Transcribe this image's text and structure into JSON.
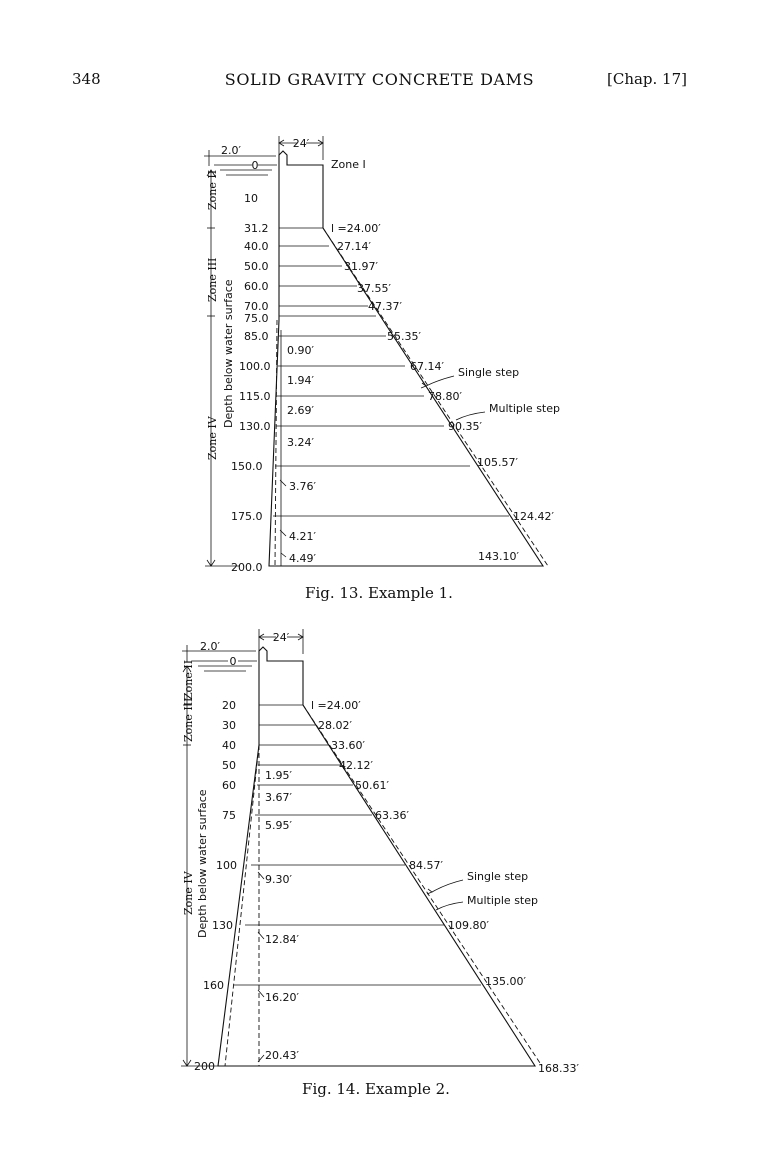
{
  "header": {
    "page_number": "348",
    "title": "SOLID GRAVITY CONCRETE DAMS",
    "chapter": "[Chap. 17]"
  },
  "fig13": {
    "caption": "Fig. 13.  Example 1.",
    "crest_width": "24′",
    "freeboard": "2.0′",
    "surface_depth": "0",
    "zone1": "Zone I",
    "zone2": "Zone II",
    "zone3": "Zone III",
    "zone4": "Zone IV",
    "axis_label": "Depth below water surface",
    "single_step": "Single step",
    "multiple_step": "Multiple step",
    "depths": [
      "10",
      "31.2",
      "40.0",
      "50.0",
      "60.0",
      "70.0",
      "75.0",
      "85.0",
      "100.0",
      "115.0",
      "130.0",
      "150.0",
      "175.0",
      "200.0"
    ],
    "down_widths": [
      "l =24.00′",
      "27.14′",
      "31.97′",
      "37.55′",
      "47.37′",
      "55.35′",
      "67.14′",
      "78.80′",
      "90.35′",
      "105.57′",
      "124.42′",
      "143.10′"
    ],
    "up_offsets": [
      "0.90′",
      "1.94′",
      "2.69′",
      "3.24′",
      "3.76′",
      "4.21′",
      "4.49′"
    ]
  },
  "fig14": {
    "caption": "Fig. 14.  Example 2.",
    "crest_width": "24′",
    "freeboard": "2.0′",
    "surface_depth": "0",
    "zone2": "Zone II",
    "zone3": "Zone III",
    "zone4": "Zone IV",
    "axis_label": "Depth below water surface",
    "single_step": "Single step",
    "multiple_step": "Multiple step",
    "depths": [
      "20",
      "30",
      "40",
      "50",
      "60",
      "75",
      "100",
      "130",
      "160",
      "200"
    ],
    "down_widths": [
      "l =24.00′",
      "28.02′",
      "33.60′",
      "42.12′",
      "50.61′",
      "63.36′",
      "84.57′",
      "109.80′",
      "135.00′",
      "168.33′"
    ],
    "up_offsets": [
      "1.95′",
      "3.67′",
      "5.95′",
      "9.30′",
      "12.84′",
      "16.20′",
      "20.43′"
    ]
  }
}
